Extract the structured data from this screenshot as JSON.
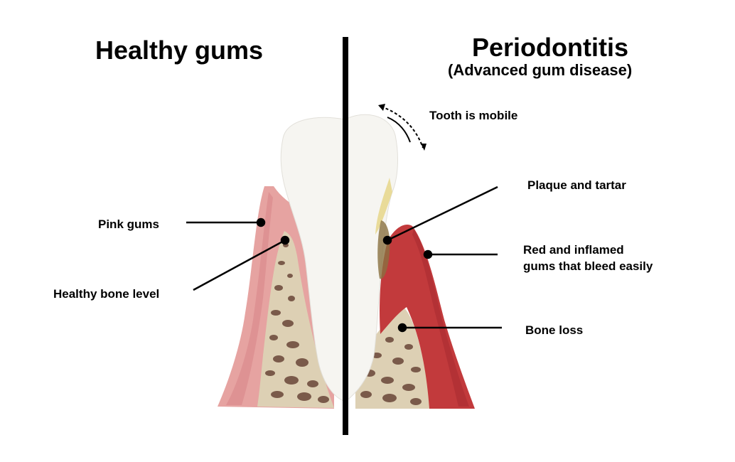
{
  "titles": {
    "healthy": "Healthy gums",
    "disease": "Periodontitis",
    "disease_sub": "(Advanced gum disease)"
  },
  "labels": {
    "pink_gums": "Pink gums",
    "healthy_bone": "Healthy bone level",
    "tooth_mobile": "Tooth is mobile",
    "plaque": "Plaque and tartar",
    "red_gums": "Red and inflamed\ngums that bleed easily",
    "bone_loss": "Bone loss"
  },
  "colors": {
    "healthy_gum": "#e6a3a1",
    "inflamed_gum": "#c23a3c",
    "bone": "#ddd0b4",
    "bone_pore": "#7a5a4a",
    "tooth": "#f6f5f1",
    "plaque": "#e6d68a",
    "divider": "#000000"
  }
}
